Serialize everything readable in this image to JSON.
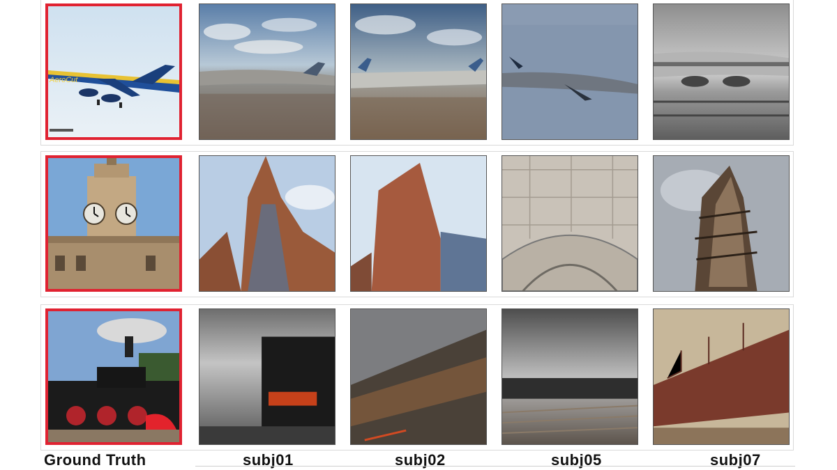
{
  "rows": [
    {
      "subject": "airplane",
      "ground_truth_caption": "AeroCut"
    },
    {
      "subject": "clock-tower"
    },
    {
      "subject": "steam-locomotive"
    }
  ],
  "column_labels": [
    "Ground Truth",
    "subj01",
    "subj02",
    "subj05",
    "subj07"
  ],
  "colors": {
    "ground_truth_border": "#e02231",
    "row_panel_border": "#d9d9d9"
  }
}
